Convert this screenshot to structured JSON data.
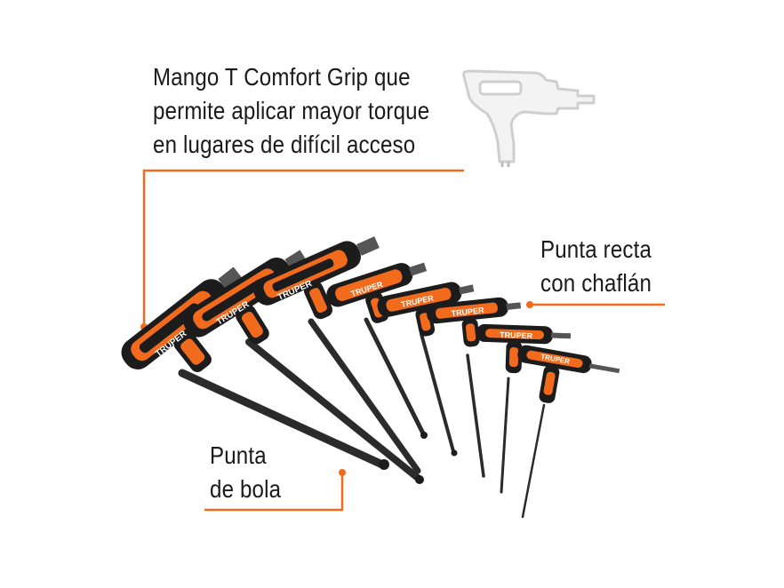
{
  "callouts": {
    "grip": {
      "line1": "Mango T Comfort Grip que",
      "line2": "permite aplicar mayor torque",
      "line3": "en lugares de difícil acceso"
    },
    "straight_tip": {
      "line1": "Punta recta",
      "line2": "con chaflán"
    },
    "ball_tip": {
      "line1": "Punta",
      "line2": "de bola"
    }
  },
  "brand_label": "TRUPER",
  "colors": {
    "accent_orange": "#f26b1d",
    "handle_black": "#1c1c1c",
    "shaft_gray": "#3a3a3a",
    "icon_gray": "#cfcfcf",
    "text": "#1a1a1a"
  },
  "icons": [
    "t-handle-outline-icon"
  ],
  "tool_count": 8
}
